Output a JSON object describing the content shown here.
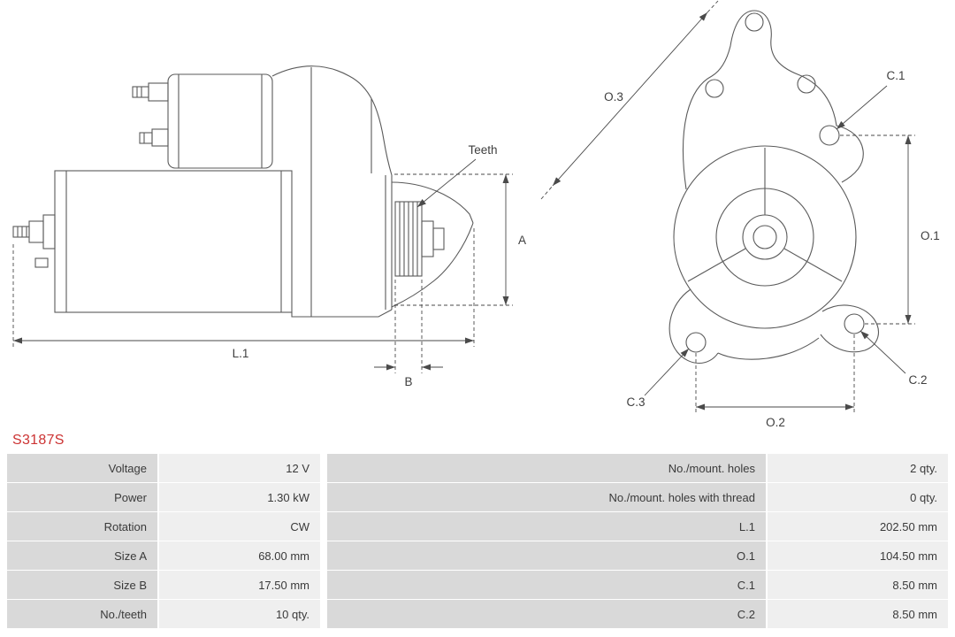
{
  "part_number": "S3187S",
  "colors": {
    "part_number": "#cc3333",
    "label_cell_bg": "#d9d9d9",
    "value_cell_bg": "#efefef",
    "drawing_line": "#5a5a5a",
    "dimension_line": "#4a4a4a"
  },
  "diagram": {
    "side_view": {
      "labels": {
        "teeth": "Teeth",
        "a": "A",
        "b": "B",
        "l1": "L.1"
      }
    },
    "front_view": {
      "labels": {
        "o1": "O.1",
        "o2": "O.2",
        "o3": "O.3",
        "c1": "C.1",
        "c2": "C.2",
        "c3": "C.3"
      }
    }
  },
  "table": {
    "left_rows": [
      {
        "label": "Voltage",
        "value": "12 V"
      },
      {
        "label": "Power",
        "value": "1.30 kW"
      },
      {
        "label": "Rotation",
        "value": "CW"
      },
      {
        "label": "Size A",
        "value": "68.00 mm"
      },
      {
        "label": "Size B",
        "value": "17.50 mm"
      },
      {
        "label": "No./teeth",
        "value": "10 qty."
      }
    ],
    "right_rows": [
      {
        "label": "No./mount. holes",
        "value": "2 qty."
      },
      {
        "label": "No./mount. holes with thread",
        "value": "0 qty."
      },
      {
        "label": "L.1",
        "value": "202.50 mm"
      },
      {
        "label": "O.1",
        "value": "104.50 mm"
      },
      {
        "label": "C.1",
        "value": "8.50 mm"
      },
      {
        "label": "C.2",
        "value": "8.50 mm"
      }
    ]
  }
}
